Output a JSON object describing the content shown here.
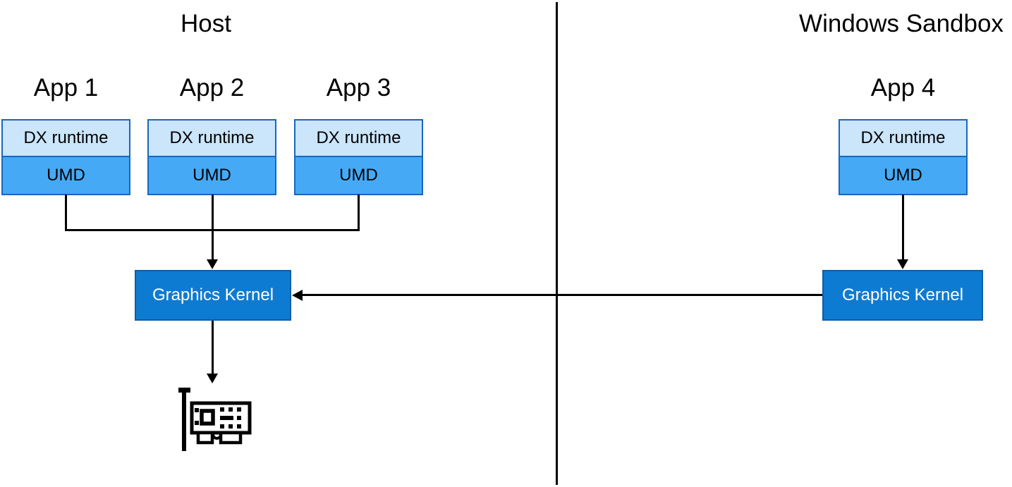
{
  "sections": {
    "host": {
      "title": "Host"
    },
    "sandbox": {
      "title": "Windows Sandbox"
    }
  },
  "apps": [
    {
      "label": "App 1",
      "layers": [
        "DX runtime",
        "UMD"
      ],
      "section": "host"
    },
    {
      "label": "App 2",
      "layers": [
        "DX runtime",
        "UMD"
      ],
      "section": "host"
    },
    {
      "label": "App 3",
      "layers": [
        "DX runtime",
        "UMD"
      ],
      "section": "host"
    },
    {
      "label": "App 4",
      "layers": [
        "DX runtime",
        "UMD"
      ],
      "section": "sandbox"
    }
  ],
  "kernels": {
    "host": "Graphics Kernel",
    "sandbox": "Graphics Kernel"
  },
  "icons": {
    "gpu": "gpu-card-icon"
  },
  "colors": {
    "background": "#ffffff",
    "text": "#000000",
    "line": "#000000",
    "box_border": "#1667c0",
    "dx_fill": "#cbe5fb",
    "umd_fill": "#45a9f6",
    "kernel_fill": "#0e7bd2",
    "kernel_border": "#0c5ea8",
    "kernel_text": "#ffffff"
  }
}
